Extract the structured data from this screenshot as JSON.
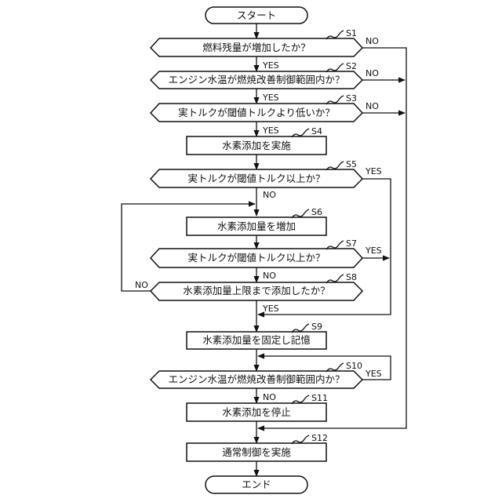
{
  "flowchart": {
    "start": "スタート",
    "end": "エンド",
    "steps": [
      {
        "id": "S1",
        "text": "燃料残量が増加したか？"
      },
      {
        "id": "S2",
        "text": "エンジン水温が燃焼改善制御範囲内か？"
      },
      {
        "id": "S3",
        "text": "実トルクが閾値トルクより低いか？"
      },
      {
        "id": "S4",
        "text": "水素添加を実施"
      },
      {
        "id": "S5",
        "text": "実トルクが閾値トルク以上か？"
      },
      {
        "id": "S6",
        "text": "水素添加量を増加"
      },
      {
        "id": "S7",
        "text": "実トルクが閾値トルク以上か？"
      },
      {
        "id": "S8",
        "text": "水素添加量上限まで添加したか？"
      },
      {
        "id": "S9",
        "text": "水素添加量を固定し記憶"
      },
      {
        "id": "S10",
        "text": "エンジン水温が燃焼改善制御範囲内か？"
      },
      {
        "id": "S11",
        "text": "水素添加を停止"
      },
      {
        "id": "S12",
        "text": "通常制御を実施"
      }
    ],
    "edge_labels": {
      "yes": "YES",
      "no": "NO"
    }
  },
  "colors": {
    "line": "#111111",
    "background": "#ffffff"
  }
}
